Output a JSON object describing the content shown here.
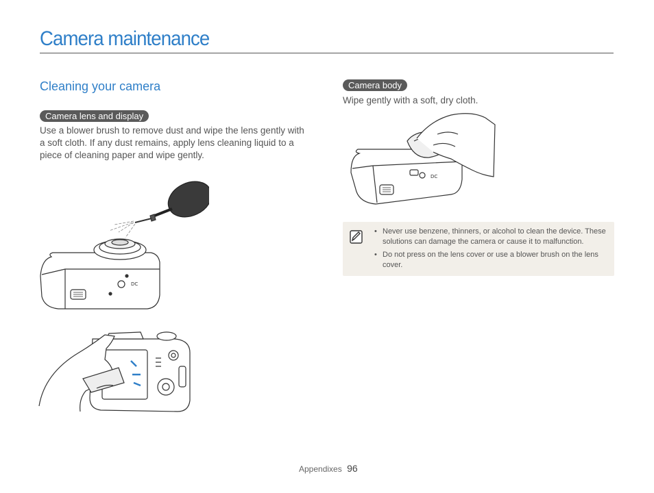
{
  "header": {
    "title": "Camera maintenance"
  },
  "section": {
    "heading": "Cleaning your camera"
  },
  "lens": {
    "pill": "Camera lens and display",
    "text": "Use a blower brush to remove dust and wipe the lens gently with a soft cloth. If any dust remains, apply lens cleaning liquid to a piece of cleaning paper and wipe gently."
  },
  "body": {
    "pill": "Camera body",
    "text": "Wipe gently with a soft, dry cloth."
  },
  "note": {
    "icon": "note-pencil-icon",
    "items": [
      "Never use benzene, thinners, or alcohol to clean the device. These solutions can damage the camera or cause it to malfunction.",
      "Do not press on the lens cover or use a blower brush on the lens cover."
    ]
  },
  "footer": {
    "section": "Appendixes",
    "page": "96"
  },
  "colors": {
    "accent": "#2f7fc8",
    "pill": "#5a5a5a",
    "note_bg": "#f2efe9"
  }
}
